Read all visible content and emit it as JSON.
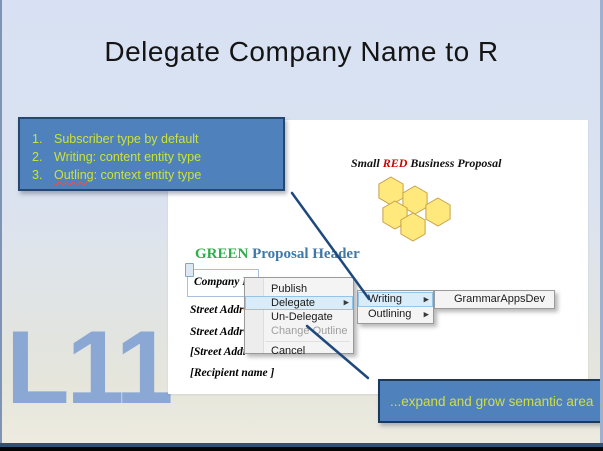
{
  "slide": {
    "title": "Delegate Company Name to R",
    "watermark": "L11"
  },
  "callout": {
    "items": [
      {
        "num": "1.",
        "text": "Subscriber type by default"
      },
      {
        "num": "2.",
        "text": "Writing: content entity type"
      },
      {
        "num": "3.",
        "word": "Outling",
        "rest": ": context entity type"
      }
    ]
  },
  "document": {
    "proposal_title": {
      "part1": "Small ",
      "part2": "RED",
      "part3": " Business Proposal"
    },
    "header": {
      "part1": "GREEN",
      "part2": " Proposal Header"
    },
    "fields": {
      "company": "Company N",
      "street1": "Street Addr",
      "street2": "Street Addr",
      "street3": "[Street Addr",
      "recipient": "[Recipient name ]"
    }
  },
  "menus": {
    "submenu_arrow": "▶",
    "context": {
      "items": [
        {
          "label": "Publish"
        },
        {
          "label": "Delegate"
        },
        {
          "label": "Un-Delegate"
        },
        {
          "label": "Change Outline"
        },
        {
          "label": "Cancel"
        }
      ]
    },
    "delegate_submenu": {
      "items": [
        {
          "label": "Writing"
        },
        {
          "label": "Outlining"
        }
      ]
    },
    "writing_submenu": {
      "items": [
        {
          "label": "GrammarAppsDev"
        }
      ]
    }
  },
  "expand_note": {
    "text": "...expand and grow semantic area"
  },
  "colors": {
    "accent_blue": "#4f81bd",
    "callout_text": "#cde13c",
    "connector": "#1f497d",
    "hex_fill": "#ffe87c",
    "hex_border": "#c9a24b",
    "green": "#2fae4a",
    "red": "#d00000",
    "header_blue": "#4179a6",
    "watermark_blue": "#8ba8d5"
  }
}
